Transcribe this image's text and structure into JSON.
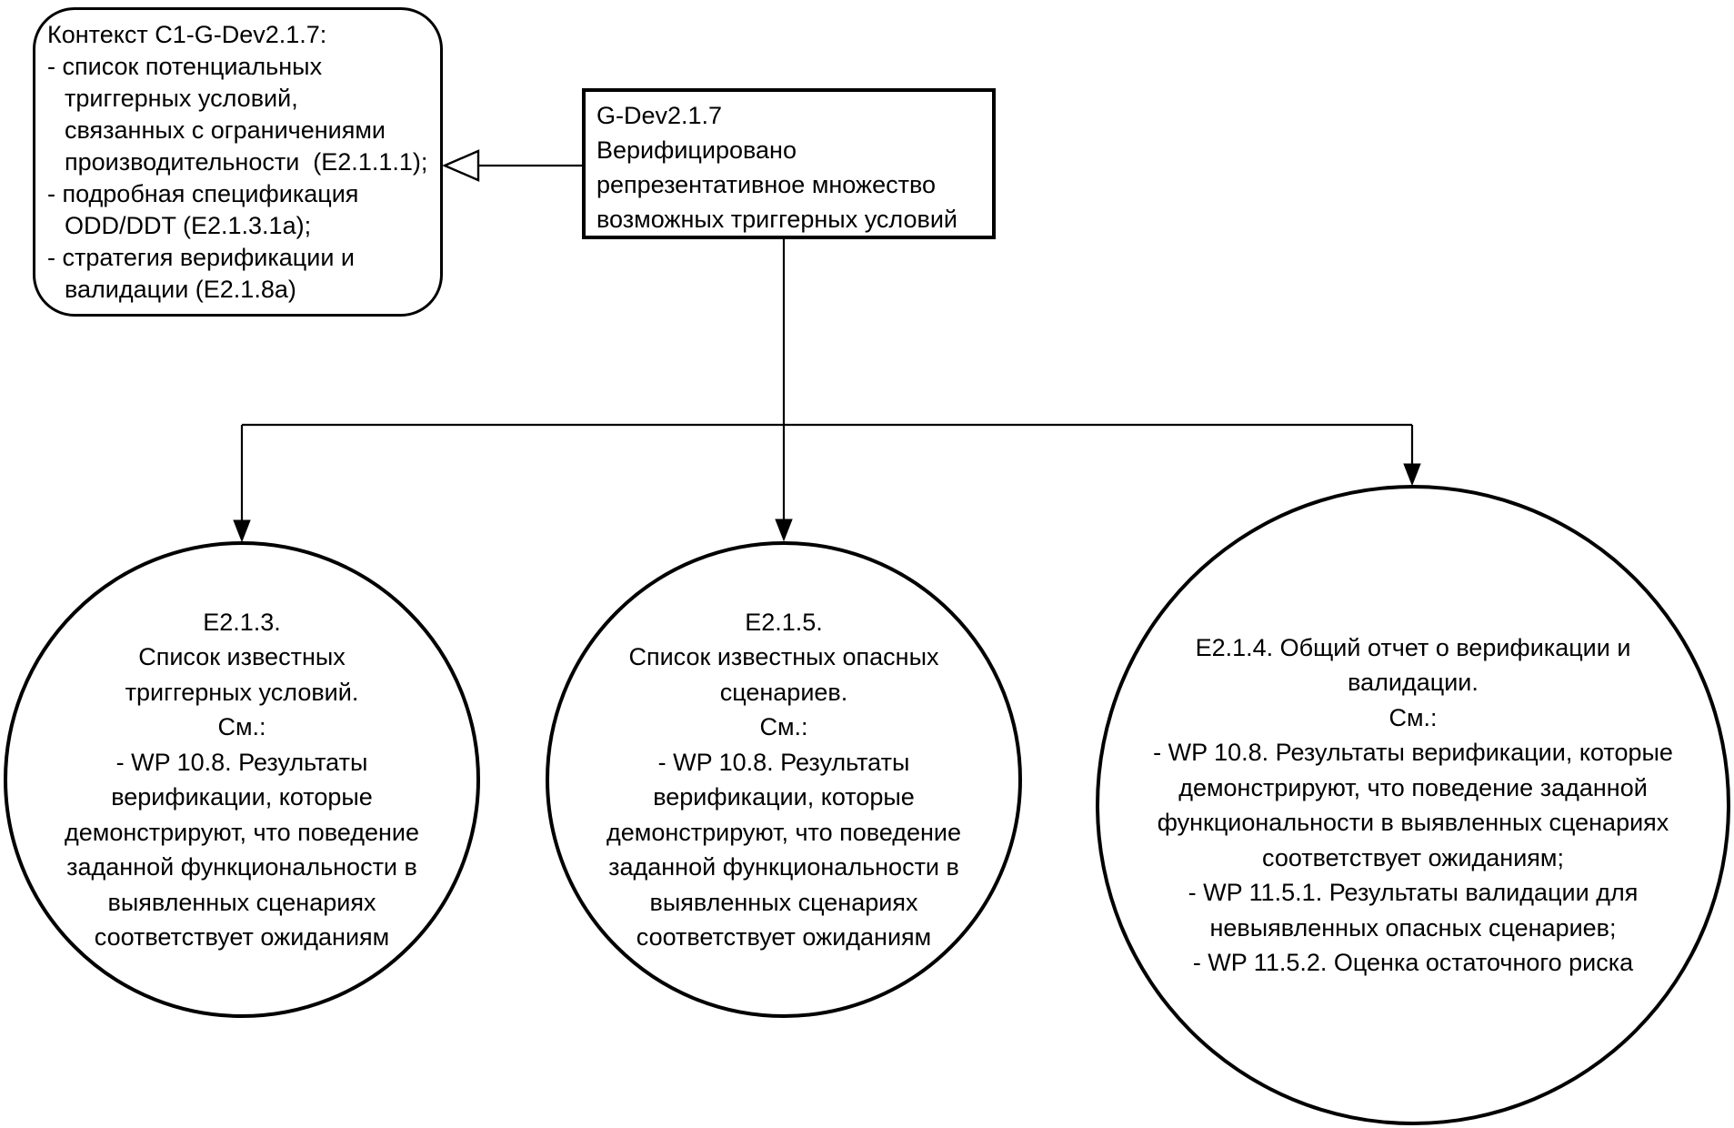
{
  "colors": {
    "line": "#000000",
    "text": "#000000",
    "background": "#ffffff"
  },
  "context_node": {
    "lines": [
      {
        "text": "Контекст C1-G-Dev2.1.7:",
        "indent": 0
      },
      {
        "text": "- список потенциальных",
        "indent": 0
      },
      {
        "text": "триггерных условий,",
        "indent": 1
      },
      {
        "text": "связанных с ограничениями",
        "indent": 1
      },
      {
        "text": "производительности  (E2.1.1.1);",
        "indent": 1
      },
      {
        "text": "- подробная спецификация",
        "indent": 0
      },
      {
        "text": "ODD/DDT (E2.1.3.1a);",
        "indent": 1
      },
      {
        "text": "- стратегия верификации и",
        "indent": 0
      },
      {
        "text": "валидации (E2.1.8a)",
        "indent": 1
      }
    ]
  },
  "goal_node": {
    "lines": [
      "G-Dev2.1.7",
      "Верифицировано",
      "репрезентативное множество",
      "возможных триггерных условий"
    ]
  },
  "solution_nodes": [
    {
      "lines": [
        "E2.1.3.",
        "Список известных",
        "триггерных условий.",
        "См.:",
        "- WP 10.8. Результаты",
        "верификации, которые",
        "демонстрируют, что поведение",
        "заданной функциональности в",
        "выявленных сценариях",
        "соответствует ожиданиям"
      ]
    },
    {
      "lines": [
        "E2.1.5.",
        "Список известных опасных",
        "сценариев.",
        "См.:",
        "- WP 10.8. Результаты",
        "верификации, которые",
        "демонстрируют, что поведение",
        "заданной функциональности в",
        "выявленных сценариях",
        "соответствует ожиданиям"
      ]
    },
    {
      "lines": [
        "E2.1.4. Общий отчет о верификации и",
        "валидации.",
        "См.:",
        "- WP 10.8. Результаты верификации, которые",
        "демонстрируют, что поведение заданной",
        "функциональности в выявленных сценариях",
        "соответствует ожиданиям;",
        "- WP 11.5.1. Результаты валидации для",
        "невыявленных опасных сценариев;",
        "- WP 11.5.2. Оценка остаточного риска"
      ]
    }
  ]
}
